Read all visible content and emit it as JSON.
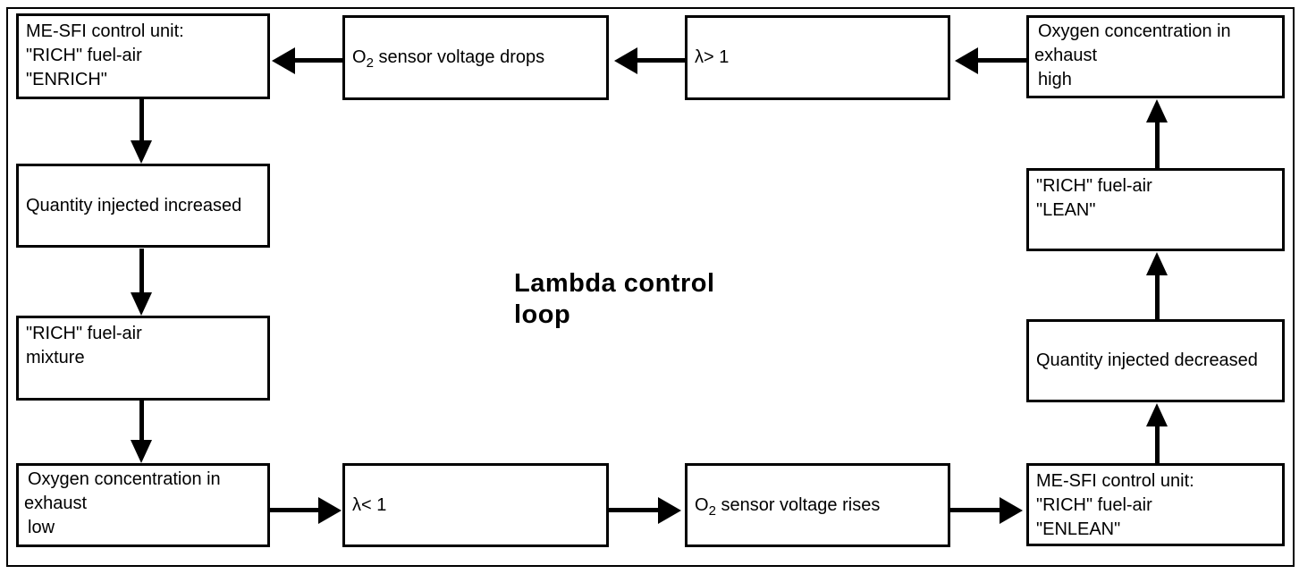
{
  "diagram": {
    "title": {
      "line1": "Lambda control",
      "line2": "loop"
    },
    "colors": {
      "ink": "#000000",
      "background": "#ffffff"
    },
    "nodes": {
      "mesfi_enrich": {
        "line1": "ME-SFI control unit:",
        "line2": "\"RICH\" fuel-air",
        "line3": "\"ENRICH\""
      },
      "o2_drops": {
        "pre": "O",
        "sub": "2",
        "post": " sensor voltage drops"
      },
      "lambda_gt": {
        "line1": "λ> 1"
      },
      "oxygen_high": {
        "line1": "Oxygen concentration in",
        "line2": "exhaust",
        "line3": "high"
      },
      "rich_lean": {
        "line1": "\"RICH\" fuel-air",
        "line2": "\"LEAN\""
      },
      "qty_decreased": {
        "line1": "Quantity injected decreased"
      },
      "mesfi_enlean": {
        "line1": "ME-SFI control unit:",
        "line2": "\"RICH\" fuel-air",
        "line3": "\"ENLEAN\""
      },
      "o2_rises": {
        "pre": "O",
        "sub": "2",
        "post": " sensor voltage rises"
      },
      "lambda_lt": {
        "line1": "λ< 1"
      },
      "oxygen_low": {
        "line1": "Oxygen concentration in",
        "line2": "exhaust",
        "line3": "low"
      },
      "rich_mixture": {
        "line1": "\"RICH\" fuel-air",
        "line2": "mixture"
      },
      "qty_increased": {
        "line1": "Quantity injected increased"
      }
    }
  }
}
